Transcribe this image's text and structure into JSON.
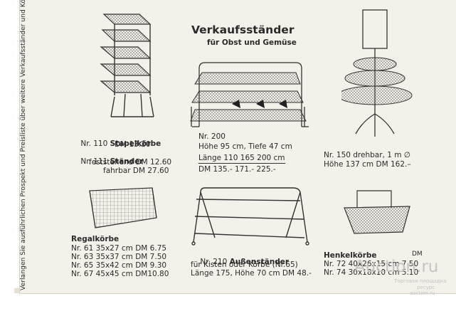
{
  "sidebar_text": "Verlangen Sie ausführlichen Prospekt und Preisliste über weitere Verkaufsständer und Körbe!",
  "header": {
    "title": "Verkaufsständer",
    "subtitle": "für Obst und Gemüse"
  },
  "items": {
    "nr110": {
      "line1": "Nr. 110 ",
      "name": "Stapelkörbe",
      "price": "DM 13.20"
    },
    "nr111": {
      "line1": "Nr. 111 ",
      "name": "Ständer",
      "line2": "feststehend DM 12.60",
      "line3": "fahrbar DM 27.60"
    },
    "nr200": {
      "line1": "Nr. 200",
      "line2": "Höhe 95 cm, Tiefe 47 cm",
      "line3": "Länge 110 165 200 cm",
      "line4": "DM 135.- 171.- 225.-"
    },
    "nr150": {
      "line1": "Nr. 150 drehbar, 1 m ∅",
      "line2": "Höhe 137 cm DM 162.–"
    },
    "regal": {
      "heading": "Regalkörbe",
      "rows": [
        "Nr. 61 35x27 cm DM 6.75",
        "Nr. 63 35x37 cm DM 7.50",
        "Nr. 65 35x42 cm DM 9.30",
        "Nr. 67 45x45 cm DM10.80"
      ]
    },
    "nr210": {
      "line1": "Nr. 210 ",
      "name": "Außenständer",
      "line2": "für Kisten oder Körbe (Nr.65)",
      "line3": "Länge 175, Höhe 70 cm DM 48.-"
    },
    "henkel": {
      "heading": "Henkelkörbe",
      "dm": "DM",
      "rows": [
        "Nr. 72 40x26x15 cm 7.50",
        "Nr. 74 30x18x10 cm 5.10"
      ]
    }
  },
  "watermark": {
    "logo": "Auction.ru",
    "line1": "Торговая площадка",
    "line2": "ресурс",
    "line3": "auction.ru"
  }
}
